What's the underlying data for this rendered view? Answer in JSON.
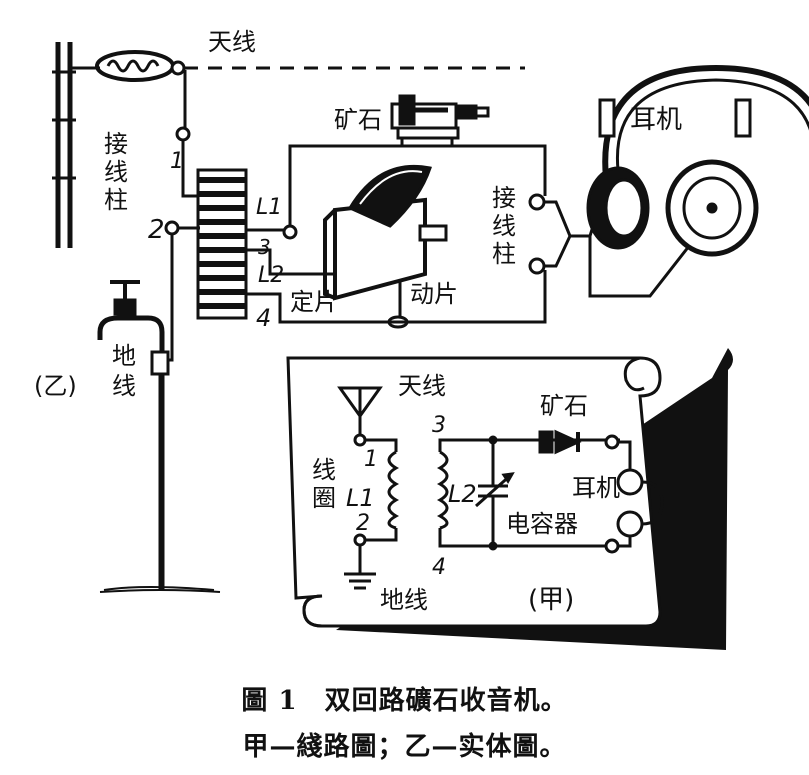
{
  "physical": {
    "antenna": "天线",
    "terminals_label": "接线柱",
    "terminal_1": "1",
    "terminal_2": "2",
    "terminal_3": "3",
    "terminal_4": "4",
    "coil_l1": "L1",
    "coil_l2": "L2",
    "crystal": "矿石",
    "earphones": "耳机",
    "earphone_terminals": "接线柱",
    "stator": "定片",
    "rotor": "动片",
    "ground": "地线",
    "panel_tag": "(乙)"
  },
  "schematic": {
    "antenna": "天线",
    "crystal": "矿石",
    "coil": "线圈",
    "l1": "L1",
    "l2": "L2",
    "terminal_1": "1",
    "terminal_2": "2",
    "terminal_3": "3",
    "terminal_4": "4",
    "earphones": "耳机",
    "capacitor": "电容器",
    "ground": "地线",
    "panel_tag": "(甲)"
  },
  "caption": {
    "line1": "圖 1　双回路礦石收音机。",
    "line2": "甲—綫路圖；乙—实体圖。"
  }
}
